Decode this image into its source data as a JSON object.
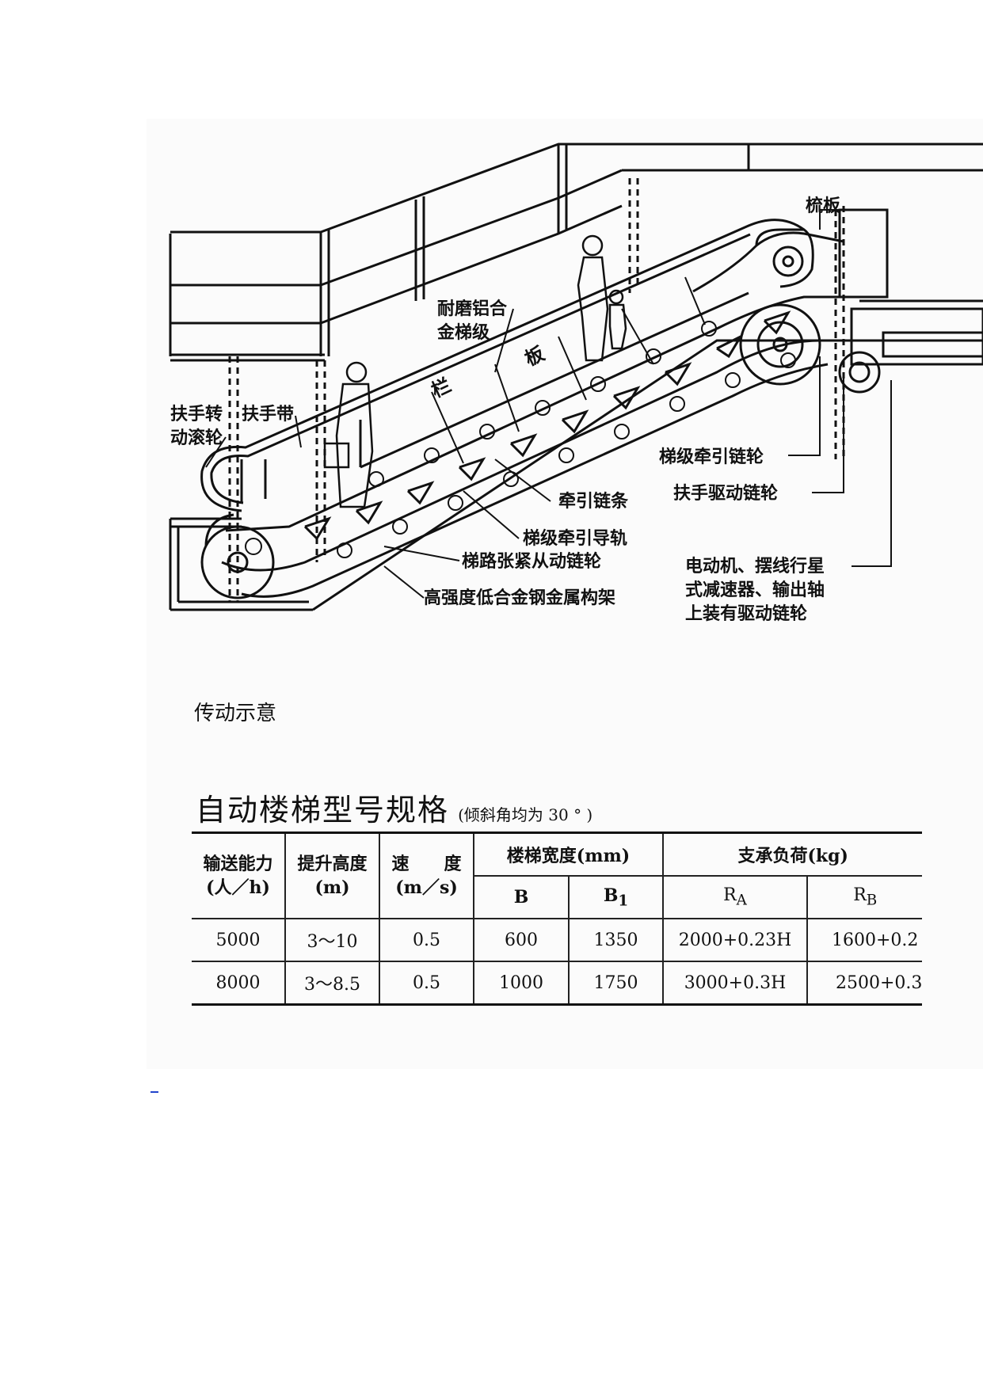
{
  "diagram": {
    "labels": {
      "comb_plate": "梳板",
      "aluminum_step": "耐磨铝合\n金梯级",
      "balustrade_1": "栏",
      "balustrade_2": "板",
      "handrail_turn_wheel": "扶手转\n动滚轮",
      "handrail_belt": "扶手带",
      "step_traction_sprocket": "梯级牵引链轮",
      "handrail_drive_sprocket": "扶手驱动链轮",
      "traction_chain": "牵引链条",
      "step_traction_guide": "梯级牵引导轨",
      "tension_sprocket": "梯路张紧从动链轮",
      "steel_frame": "高强度低合金钢金属构架",
      "motor_reducer": "电动机、摆线行星\n式减速器、输出轴\n上装有驱动链轮"
    },
    "caption": "传动示意"
  },
  "table": {
    "title": "自动楼梯型号规格",
    "note": "(倾斜角均为 30 ° )",
    "headers": {
      "capacity": "输送能力\n(人／h)",
      "lift_height": "提升高度\n(m)",
      "speed": "速　　度\n(m／s)",
      "width_group": "楼梯宽度(mm)",
      "load_group": "支承负荷(kg)",
      "B": "B",
      "B1_base": "B",
      "B1_sub": "1",
      "RA_base": "R",
      "RA_sub": "A",
      "RB_base": "R",
      "RB_sub": "B"
    },
    "rows": [
      {
        "capacity": "5000",
        "lift_height": "3～10",
        "speed": "0.5",
        "B": "600",
        "B1": "1350",
        "RA": "2000+0.23H",
        "RB": "1600+0.2"
      },
      {
        "capacity": "8000",
        "lift_height": "3～8.5",
        "speed": "0.5",
        "B": "1000",
        "B1": "1750",
        "RA": "3000+0.3H",
        "RB": "2500+0.3"
      }
    ]
  }
}
